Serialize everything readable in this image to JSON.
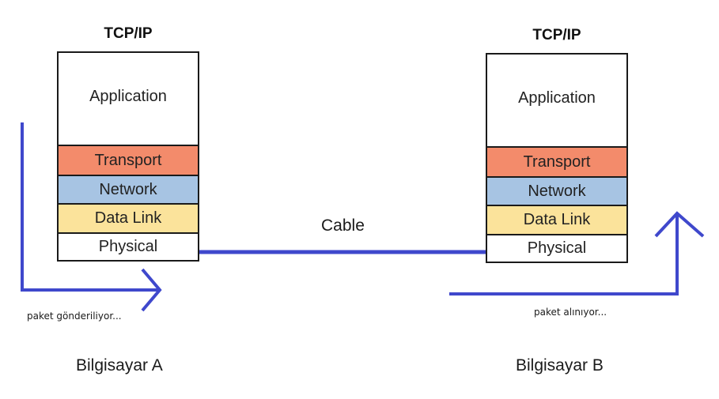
{
  "left_stack": {
    "title": "TCP/IP",
    "layers": {
      "application": "Application",
      "transport": "Transport",
      "network": "Network",
      "data_link": "Data Link",
      "physical": "Physical"
    },
    "computer_label": "Bilgisayar A",
    "flow_label": "paket gönderiliyor..."
  },
  "right_stack": {
    "title": "TCP/IP",
    "layers": {
      "application": "Application",
      "transport": "Transport",
      "network": "Network",
      "data_link": "Data Link",
      "physical": "Physical"
    },
    "computer_label": "Bilgisayar B",
    "flow_label": "paket alınıyor..."
  },
  "cable_label": "Cable",
  "colors": {
    "transport": "#f38b6b",
    "network": "#a7c4e3",
    "data_link": "#fbe39b",
    "arrow": "#3f48cc"
  }
}
